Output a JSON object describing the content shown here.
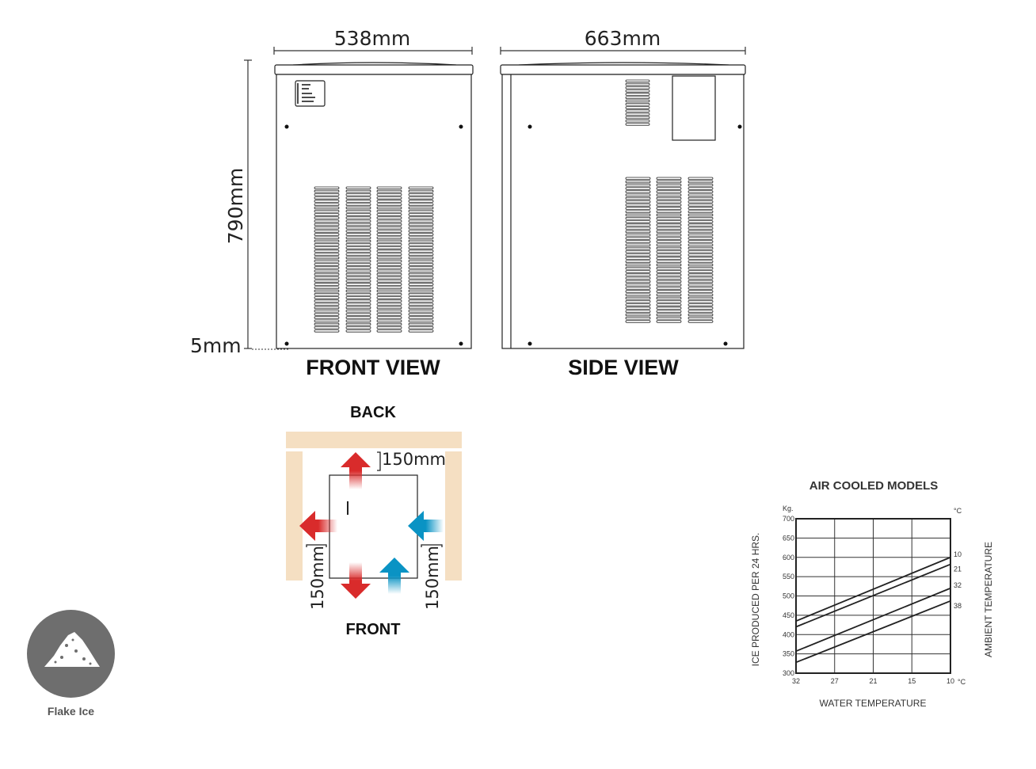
{
  "dimensions": {
    "width": "538mm",
    "depth": "663mm",
    "height": "790mm",
    "foot": "5mm"
  },
  "views": {
    "front": "FRONT VIEW",
    "side": "SIDE VIEW"
  },
  "clearance": {
    "back": "BACK",
    "front": "FRONT",
    "top": "150mm",
    "left": "150mm",
    "right": "150mm",
    "hot_color": "#d92b2b",
    "cold_color": "#0a93c4",
    "wall_color": "#f5dfc2"
  },
  "badge": {
    "label": "Flake Ice",
    "icon": "flake-ice-icon"
  },
  "chart_data": {
    "type": "line",
    "title": "AIR COOLED MODELS",
    "xlabel": "WATER TEMPERATURE",
    "ylabel": "ICE PRODUCED PER 24 HRS.",
    "y2label": "AMBIENT TEMPERATURE",
    "yunit": "Kg.",
    "y2unit": "°C",
    "xunit": "°C",
    "x": [
      "32",
      "27",
      "21",
      "15",
      "10"
    ],
    "ylim": [
      300,
      700
    ],
    "yticks": [
      "700",
      "650",
      "600",
      "550",
      "500",
      "450",
      "400",
      "350",
      "300"
    ],
    "grid": true,
    "series": [
      {
        "name": "10",
        "start": 435,
        "end": 600
      },
      {
        "name": "21",
        "start": 420,
        "end": 582
      },
      {
        "name": "32",
        "start": 357,
        "end": 520
      },
      {
        "name": "38",
        "start": 328,
        "end": 487
      }
    ]
  }
}
